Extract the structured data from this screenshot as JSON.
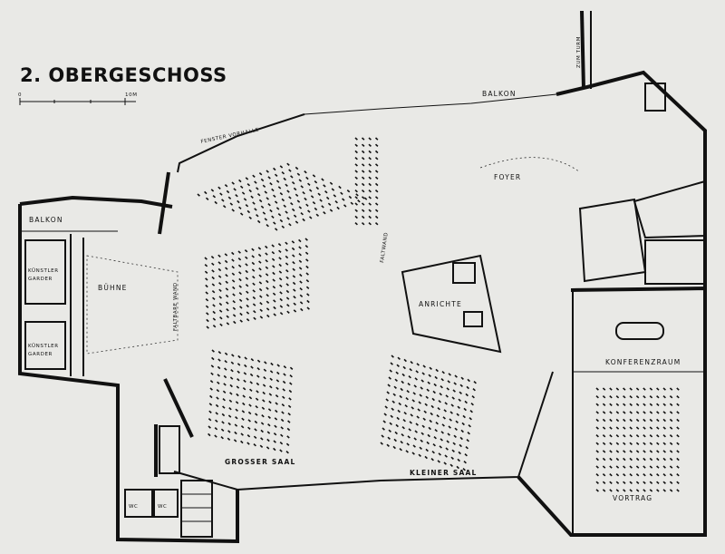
{
  "title": "2. OBERGESCHOSS",
  "scale": {
    "start": "0",
    "end": "10M"
  },
  "rooms": {
    "balkon_top": "BALKON",
    "balkon_left": "BALKON",
    "foyer": "FOYER",
    "kuenstler_garder_1_line1": "KÜNSTLER",
    "kuenstler_garder_1_line2": "GARDER",
    "kuenstler_garder_2_line1": "KÜNSTLER",
    "kuenstler_garder_2_line2": "GARDER",
    "buehne": "BÜHNE",
    "anrichte": "ANRICHTE",
    "konferenzraum": "KONFERENZRAUM",
    "grosser_saal": "GROSSER SAAL",
    "kleiner_saal": "KLEINER SAAL",
    "vortrag": "VORTRAG",
    "wc_1": "WC",
    "wc_2": "WC"
  },
  "annotations": {
    "fenster": "FENSTER VORHALLE",
    "faltwand": "FALTWAND",
    "faltbare_wand": "FALTBARE WAND",
    "zum_turm": "ZUM TURM"
  },
  "colors": {
    "ink": "#111111",
    "paper": "#e9e9e6"
  }
}
